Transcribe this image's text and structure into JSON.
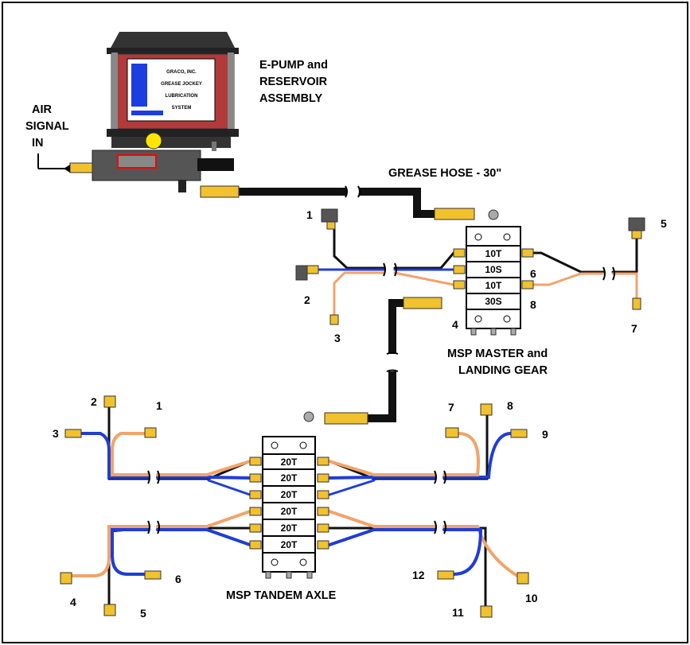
{
  "titles": {
    "pump_line1": "E-PUMP and",
    "pump_line2": "RESERVOIR",
    "pump_line3": "ASSEMBLY",
    "air_line1": "AIR",
    "air_line2": "SIGNAL",
    "air_line3": "IN",
    "hose": "GREASE HOSE - 30\"",
    "master_line1": "MSP MASTER and",
    "master_line2": "LANDING GEAR",
    "tandem": "MSP TANDEM AXLE"
  },
  "reservoir_label": [
    "GRACO, INC.",
    "GREASE JOCKEY",
    "LUBRICATION",
    "SYSTEM"
  ],
  "master_blocks": [
    "10T",
    "10S",
    "10T",
    "30S"
  ],
  "master_numbers": [
    "1",
    "2",
    "3",
    "4",
    "5",
    "6",
    "7",
    "8"
  ],
  "tandem_blocks": [
    "20T",
    "20T",
    "20T",
    "20T",
    "20T",
    "20T"
  ],
  "tandem_numbers": [
    "1",
    "2",
    "3",
    "4",
    "5",
    "6",
    "7",
    "8",
    "9",
    "10",
    "11",
    "12"
  ],
  "colors": {
    "hose": "#111111",
    "blue_line": "#1f3ed6",
    "orange_line": "#f2a36b",
    "fitting": "#f2c12e",
    "reservoir": "#b23a3a",
    "pump_body": "#555555",
    "block": "#ffffff"
  }
}
